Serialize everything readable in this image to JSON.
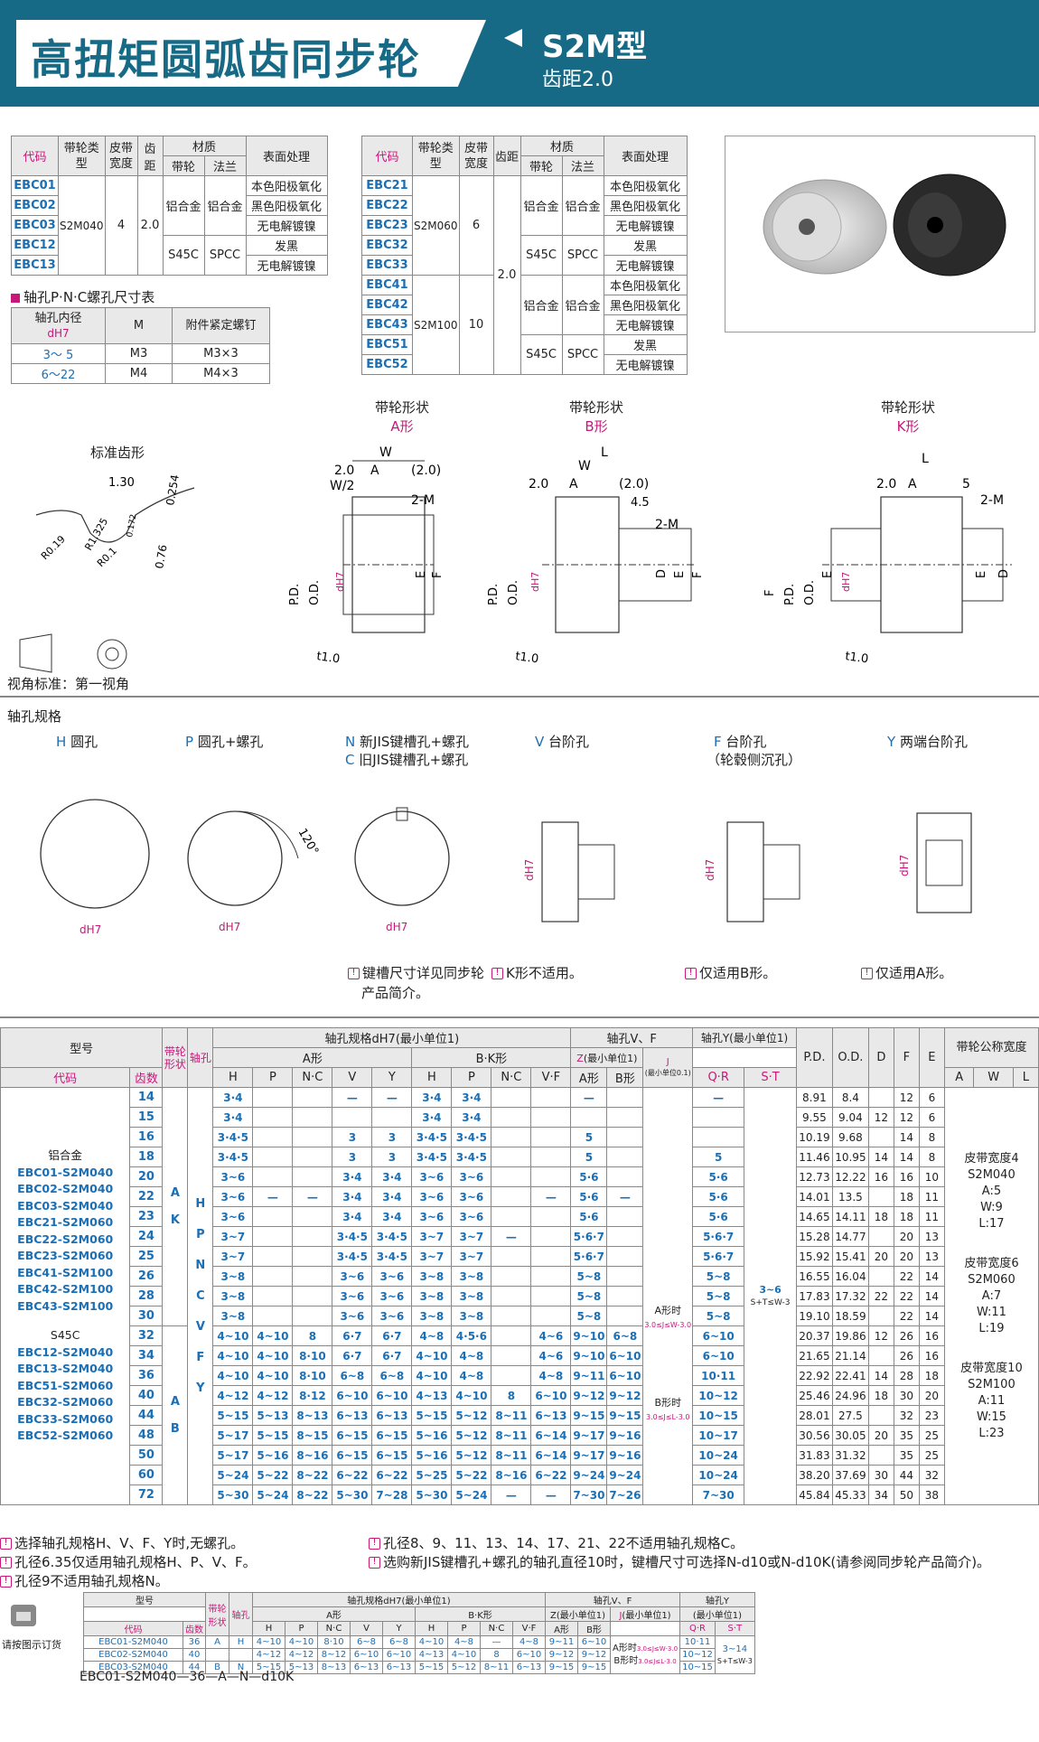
{
  "header": {
    "title": "高扭矩圆弧齿同步轮",
    "model": "S2M型",
    "pitch": "齿距2.0"
  },
  "t1": {
    "headers": [
      "代码",
      "带轮类型",
      "皮带宽度",
      "齿距",
      "材质",
      "带轮",
      "法兰",
      "表面处理"
    ],
    "rows": [
      [
        "EBC01",
        "",
        "",
        "",
        "",
        "",
        "本色阳极氧化"
      ],
      [
        "EBC02",
        "",
        "",
        "",
        "铝合金",
        "铝合金",
        "黑色阳极氧化"
      ],
      [
        "EBC03",
        "S2M040",
        "4",
        "2.0",
        "",
        "",
        "无电解镀镍"
      ],
      [
        "EBC12",
        "",
        "",
        "",
        "S45C",
        "SPCC",
        "发黑"
      ],
      [
        "EBC13",
        "",
        "",
        "",
        "",
        "",
        "无电解镀镍"
      ]
    ]
  },
  "t2": {
    "rows": [
      [
        "EBC21",
        "本色阳极氧化"
      ],
      [
        "EBC22",
        "黑色阳极氧化"
      ],
      [
        "EBC23",
        "无电解镀镍"
      ],
      [
        "EBC32",
        "发黑"
      ],
      [
        "EBC33",
        "无电解镀镍"
      ],
      [
        "EBC41",
        "本色阳极氧化"
      ],
      [
        "EBC42",
        "黑色阳极氧化"
      ],
      [
        "EBC43",
        "无电解镀镍"
      ],
      [
        "EBC51",
        "发黑"
      ],
      [
        "EBC52",
        "无电解镀镍"
      ]
    ],
    "types": [
      "S2M060",
      "S2M100"
    ],
    "widths": [
      "6",
      "10"
    ],
    "pitch": "2.0",
    "alu": "铝合金",
    "s45c": "S45C",
    "spcc": "SPCC"
  },
  "screw": {
    "title": "轴孔P·N·C螺孔尺寸表",
    "h1": "轴孔内径",
    "h1sub": "dH7",
    "h2": "M",
    "h3": "附件紧定螺钉",
    "rows": [
      [
        "3～ 5",
        "M3",
        "M3×3"
      ],
      [
        "6～22",
        "M4",
        "M4×3"
      ]
    ]
  },
  "drawings": {
    "std_tooth": "标准齿形",
    "a_title": "带轮形状",
    "a_sub": "A形",
    "b_sub": "B形",
    "k_sub": "K形",
    "view": "视角标准：第一视角",
    "dims": {
      "w": "W",
      "a": "A",
      "l": "L",
      "d20": "2.0",
      "d20p": "(2.0)",
      "w2": "W/2",
      "m2": "2-M",
      "t10": "t1.0",
      "d45": "4.5",
      "n5": "5",
      "pd": "P.D.",
      "od": "O.D.",
      "dh7": "dH7",
      "e": "E",
      "f": "F",
      "dd": "D",
      "tooth": [
        "1.30",
        "0.254",
        "R1.325",
        "R0.19",
        "R0.1",
        "0.76",
        "0.172"
      ]
    }
  },
  "bore": {
    "title": "轴孔规格",
    "types": [
      "H",
      "圆孔",
      "P",
      "圆孔+螺孔",
      "N",
      "新JIS键槽孔+螺孔",
      "C",
      "旧JIS键槽孔+螺孔",
      "V",
      "台阶孔",
      "F",
      "台阶孔",
      "（轮毂侧沉孔）",
      "Y",
      "两端台阶孔"
    ],
    "deg": "120°",
    "notes": [
      "键槽尺寸详见同步轮",
      "产品简介。",
      "K形不适用。",
      "仅适用B形。",
      "仅适用A形。"
    ]
  },
  "main": {
    "h": {
      "model": "型号",
      "shape": "带轮形状",
      "bore": "轴孔",
      "spec": "轴孔规格dH7(最小单位1)",
      "vf": "轴孔V、F",
      "y": "轴孔Y(最小单位1)",
      "pd": "P.D.",
      "od": "O.D.",
      "d": "D",
      "f": "F",
      "e": "E",
      "belt": "带轮公称宽度",
      "code": "代码",
      "teeth": "齿数",
      "ashape": "A形",
      "bk": "B·K形",
      "z": "Z",
      "zmin": "(最小单位1)",
      "j": "J",
      "jmin": "(最小单位0.1)",
      "qr": "Q·R",
      "st": "S·T",
      "cols": [
        "H",
        "P",
        "N·C",
        "V",
        "Y",
        "H",
        "P",
        "N·C",
        "V·F",
        "A形",
        "B形"
      ],
      "awl": [
        "A",
        "W",
        "L"
      ]
    },
    "codes_alu": [
      "铝合金",
      "EBC01-S2M040",
      "EBC02-S2M040",
      "EBC03-S2M040",
      "EBC21-S2M060",
      "EBC22-S2M060",
      "EBC23-S2M060",
      "EBC41-S2M100",
      "EBC42-S2M100",
      "EBC43-S2M100"
    ],
    "codes_s45": [
      "S45C",
      "EBC12-S2M040",
      "EBC13-S2M040",
      "EBC51-S2M060",
      "EBC32-S2M060",
      "EBC33-S2M060",
      "EBC52-S2M060"
    ],
    "shape_letters": [
      "A",
      "K",
      "A",
      "B"
    ],
    "bore_letters": [
      "H",
      "P",
      "N",
      "C",
      "V",
      "F",
      "Y"
    ],
    "a_bk_j": [
      "A形时",
      "3.0≤J≤W-3.0",
      "B形时",
      "3.0≤J≤L-3.0"
    ],
    "st": [
      "3~6",
      "S+T≤W-3"
    ],
    "belt": [
      [
        "皮带宽度4",
        "S2M040",
        "A:5",
        "W:9",
        "L:17"
      ],
      [
        "皮带宽度6",
        "S2M060",
        "A:7",
        "W:11",
        "L:19"
      ],
      [
        "皮带宽度10",
        "S2M100",
        "A:11",
        "W:15",
        "L:23"
      ]
    ],
    "rows": [
      [
        "14",
        "3·4",
        "",
        "",
        "—",
        "—",
        "3·4",
        "3·4",
        "",
        "",
        "—",
        "",
        "—",
        "—",
        "8.91",
        "8.4",
        "",
        "12",
        "6"
      ],
      [
        "15",
        "3·4",
        "",
        "",
        "",
        "",
        "3·4",
        "3·4",
        "",
        "",
        "",
        "",
        "",
        "",
        "9.55",
        "9.04",
        "12",
        "12",
        "6"
      ],
      [
        "16",
        "3·4·5",
        "",
        "",
        "3",
        "3",
        "3·4·5",
        "3·4·5",
        "",
        "",
        "5",
        "",
        "",
        "",
        "10.19",
        "9.68",
        "",
        "14",
        "8"
      ],
      [
        "18",
        "3·4·5",
        "",
        "",
        "3",
        "3",
        "3·4·5",
        "3·4·5",
        "",
        "",
        "5",
        "",
        "",
        "5",
        "11.46",
        "10.95",
        "14",
        "14",
        "8"
      ],
      [
        "20",
        "3~6",
        "",
        "",
        "3·4",
        "3·4",
        "3~6",
        "3~6",
        "",
        "",
        "5·6",
        "",
        "",
        "5·6",
        "12.73",
        "12.22",
        "16",
        "16",
        "10"
      ],
      [
        "22",
        "3~6",
        "—",
        "—",
        "3·4",
        "3·4",
        "3~6",
        "3~6",
        "",
        "—",
        "5·6",
        "—",
        "",
        "5·6",
        "14.01",
        "13.5",
        "",
        "18",
        "11"
      ],
      [
        "23",
        "3~6",
        "",
        "",
        "3·4",
        "3·4",
        "3~6",
        "3~6",
        "",
        "",
        "5·6",
        "",
        "",
        "5·6",
        "14.65",
        "14.11",
        "18",
        "18",
        "11"
      ],
      [
        "24",
        "3~7",
        "",
        "",
        "3·4·5",
        "3·4·5",
        "3~7",
        "3~7",
        "—",
        "",
        "5·6·7",
        "",
        "",
        "5·6·7",
        "15.28",
        "14.77",
        "",
        "20",
        "13"
      ],
      [
        "25",
        "3~7",
        "",
        "",
        "3·4·5",
        "3·4·5",
        "3~7",
        "3~7",
        "",
        "",
        "5·6·7",
        "",
        "",
        "5·6·7",
        "15.92",
        "15.41",
        "20",
        "20",
        "13"
      ],
      [
        "26",
        "3~8",
        "",
        "",
        "3~6",
        "3~6",
        "3~8",
        "3~8",
        "",
        "",
        "5~8",
        "",
        "",
        "5~8",
        "16.55",
        "16.04",
        "",
        "22",
        "14"
      ],
      [
        "28",
        "3~8",
        "",
        "",
        "3~6",
        "3~6",
        "3~8",
        "3~8",
        "",
        "",
        "5~8",
        "",
        "",
        "5~8",
        "17.83",
        "17.32",
        "22",
        "22",
        "14"
      ],
      [
        "30",
        "3~8",
        "",
        "",
        "3~6",
        "3~6",
        "3~8",
        "3~8",
        "",
        "",
        "5~8",
        "",
        "",
        "5~8",
        "19.10",
        "18.59",
        "",
        "22",
        "14"
      ],
      [
        "32",
        "4~10",
        "4~10",
        "8",
        "6·7",
        "6·7",
        "4~8",
        "4·5·6",
        "",
        "4~6",
        "9~10",
        "6~8",
        "",
        "6~10",
        "20.37",
        "19.86",
        "12",
        "26",
        "16"
      ],
      [
        "34",
        "4~10",
        "4~10",
        "8·10",
        "6·7",
        "6·7",
        "4~10",
        "4~8",
        "",
        "4~6",
        "9~10",
        "6~10",
        "",
        "6~10",
        "21.65",
        "21.14",
        "",
        "26",
        "16"
      ],
      [
        "36",
        "4~10",
        "4~10",
        "8·10",
        "6~8",
        "6~8",
        "4~10",
        "4~8",
        "",
        "4~8",
        "9~11",
        "6~10",
        "",
        "10·11",
        "22.92",
        "22.41",
        "14",
        "28",
        "18"
      ],
      [
        "40",
        "4~12",
        "4~12",
        "8·12",
        "6~10",
        "6~10",
        "4~13",
        "4~10",
        "8",
        "6~10",
        "9~12",
        "9~12",
        "",
        "10~12",
        "25.46",
        "24.96",
        "18",
        "30",
        "20"
      ],
      [
        "44",
        "5~15",
        "5~13",
        "8~13",
        "6~13",
        "6~13",
        "5~15",
        "5~12",
        "8~11",
        "6~13",
        "9~15",
        "9~15",
        "",
        "10~15",
        "28.01",
        "27.5",
        "",
        "32",
        "23"
      ],
      [
        "48",
        "5~17",
        "5~15",
        "8~15",
        "6~15",
        "6~15",
        "5~16",
        "5~12",
        "8~11",
        "6~14",
        "9~17",
        "9~16",
        "",
        "10~17",
        "30.56",
        "30.05",
        "20",
        "35",
        "25"
      ],
      [
        "50",
        "5~17",
        "5~16",
        "8~16",
        "6~15",
        "6~15",
        "5~16",
        "5~12",
        "8~11",
        "6~14",
        "9~17",
        "9~16",
        "",
        "10~24",
        "31.83",
        "31.32",
        "",
        "35",
        "25"
      ],
      [
        "60",
        "5~24",
        "5~22",
        "8~22",
        "6~22",
        "6~22",
        "5~25",
        "5~22",
        "8~16",
        "6~22",
        "9~24",
        "9~24",
        "",
        "10~24",
        "38.20",
        "37.69",
        "30",
        "44",
        "32"
      ],
      [
        "72",
        "5~30",
        "5~24",
        "8~22",
        "5~30",
        "7~28",
        "5~30",
        "5~24",
        "—",
        "—",
        "7~30",
        "7~26",
        "",
        "7~30",
        "45.84",
        "45.33",
        "34",
        "50",
        "38"
      ]
    ]
  },
  "footnotes": {
    "l1": "选择轴孔规格H、V、F、Y时,无螺孔。",
    "l2": "孔径6.35仅适用轴孔规格H、P、V、F。",
    "l3": "孔径9不适用轴孔规格N。",
    "r1": "孔径8、9、11、13、14、17、21、22不适用轴孔规格C。",
    "r2": "选购新JIS键槽孔+螺孔的轴孔直径10时，键槽尺寸可选择N-d10或N-d10K(请参阅同步轮产品简介)。"
  },
  "order": {
    "phone": "请按图示订货",
    "h": [
      "型号",
      "代码",
      "齿数",
      "带轮形状",
      "轴孔",
      "轴孔规格dH7(最小单位1)",
      "A形",
      "B·K形",
      "轴孔V、F",
      "Z(最小单位1)",
      "J",
      "(最小单位1)",
      "轴孔Y",
      "(最小单位1)",
      "Q·R",
      "S·T"
    ],
    "cols": [
      "H",
      "P",
      "N·C",
      "V",
      "Y",
      "H",
      "P",
      "N·C",
      "V·F",
      "A形",
      "B形"
    ],
    "rows": [
      [
        "EBC01-S2M040",
        "36",
        "A",
        "H",
        "4~10",
        "4~10",
        "8·10",
        "6~8",
        "6~8",
        "4~10",
        "4~8",
        "—",
        "4~8",
        "9~11",
        "6~10",
        "10·11"
      ],
      [
        "EBC02-S2M040",
        "40",
        "",
        "",
        "4~12",
        "4~12",
        "8~12",
        "6~10",
        "6~10",
        "4~13",
        "4~10",
        "8",
        "6~10",
        "9~12",
        "9~12",
        "10~12"
      ],
      [
        "EBC03-S2M040",
        "44",
        "B",
        "N",
        "5~15",
        "5~13",
        "8~13",
        "6~13",
        "6~13",
        "5~15",
        "5~12",
        "8~11",
        "6~13",
        "9~15",
        "9~15",
        "10~15"
      ]
    ],
    "j": [
      "A形时",
      "3.0≤J≤W-3.0",
      "B形时",
      "3.0≤J≤L-3.0"
    ],
    "st": [
      "3~14",
      "S+T≤W-3"
    ],
    "example": "EBC01-S2M040—36—A—N—d10K"
  }
}
